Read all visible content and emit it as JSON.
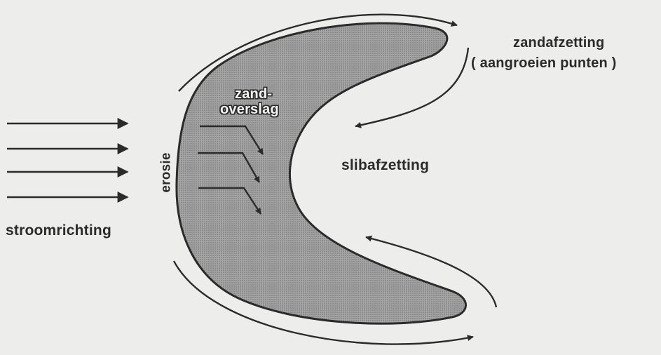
{
  "labels": {
    "flow_direction": "stroomrichting",
    "erosion": "erosie",
    "sand_overwash_line1": "zand-",
    "sand_overwash_line2": "overslag",
    "silt_deposition": "slibafzetting",
    "sand_deposition_line1": "zandafzetting",
    "sand_deposition_line2": "( aangroeien punten )"
  },
  "colors": {
    "background": "#ededeb",
    "ink": "#2b2b2b",
    "shoal_fill": "#9b9b9b"
  }
}
